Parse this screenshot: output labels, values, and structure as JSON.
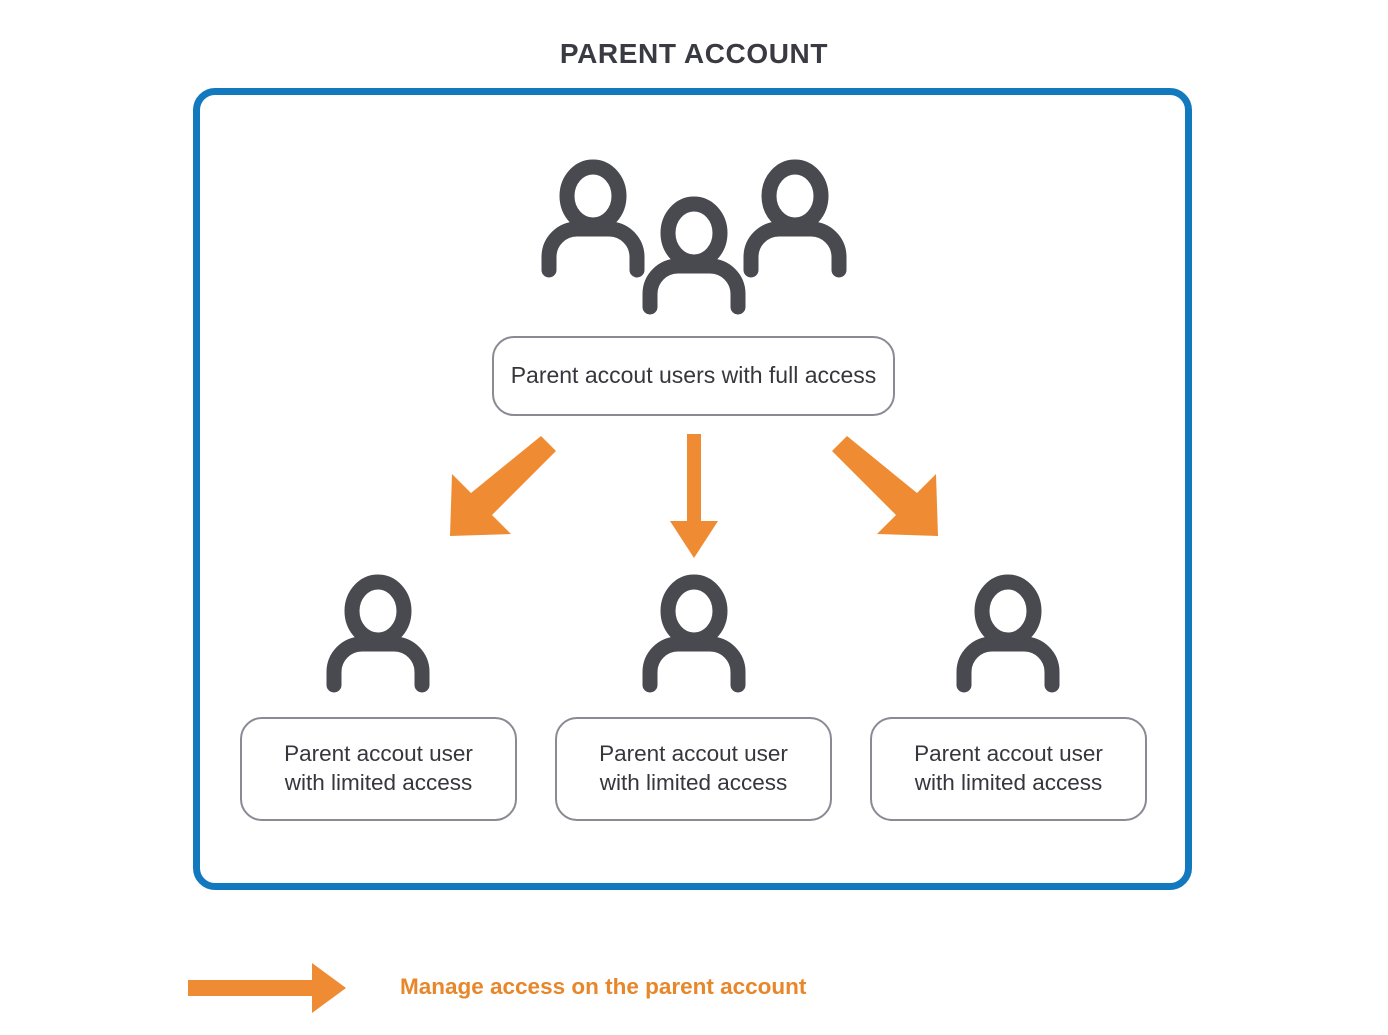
{
  "page": {
    "title": "PARENT ACCOUNT",
    "background_color": "#ffffff"
  },
  "colors": {
    "container_border": "#1279be",
    "box_border": "#8a8a94",
    "arrow_orange": "#ef8b33",
    "icon_gray": "#494950",
    "title_text": "#3a3a42",
    "box_text": "#36363d",
    "legend_text": "#e8862a"
  },
  "container": {
    "name": "parent-account-container",
    "top_group": {
      "icon": "three-people-icon",
      "label": "Parent accout users with full access"
    },
    "arrows": [
      {
        "name": "arrow-down-left",
        "direction": "down-left"
      },
      {
        "name": "arrow-down",
        "direction": "down"
      },
      {
        "name": "arrow-down-right",
        "direction": "down-right"
      }
    ],
    "children": [
      {
        "icon": "person-icon",
        "label_line_1": "Parent accout user",
        "label_line_2": "with limited access"
      },
      {
        "icon": "person-icon",
        "label_line_1": "Parent accout user",
        "label_line_2": "with limited access"
      },
      {
        "icon": "person-icon",
        "label_line_1": "Parent accout user",
        "label_line_2": "with limited access"
      }
    ]
  },
  "legend": {
    "icon": "arrow-right-icon",
    "label": "Manage access on the parent account"
  }
}
